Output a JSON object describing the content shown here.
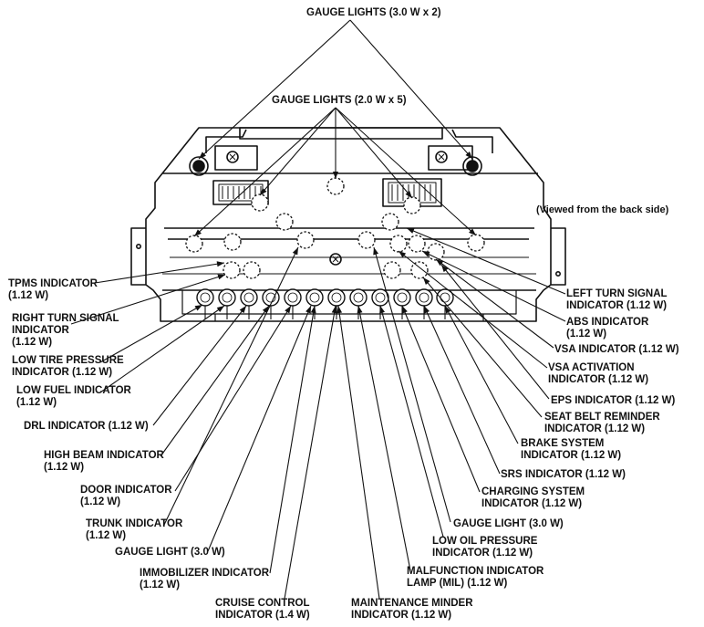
{
  "header": {
    "gauge_lights_top": "GAUGE LIGHTS (3.0 W x 2)",
    "gauge_lights_mid": "GAUGE LIGHTS (2.0 W x 5)",
    "viewed_note": "(Viewed from the back side)"
  },
  "left_labels": {
    "tpms": "TPMS INDICATOR\n(1.12 W)",
    "right_turn": "RIGHT TURN SIGNAL\nINDICATOR\n(1.12 W)",
    "low_tire": "LOW TIRE PRESSURE\nINDICATOR (1.12 W)",
    "low_fuel": "LOW FUEL INDICATOR\n(1.12 W)",
    "drl": "DRL INDICATOR (1.12 W)",
    "high_beam": "HIGH BEAM INDICATOR\n(1.12 W)",
    "door": "DOOR INDICATOR\n(1.12 W)",
    "trunk": "TRUNK INDICATOR\n(1.12 W)",
    "gauge_light_left": "GAUGE LIGHT (3.0 W)",
    "immobilizer": "IMMOBILIZER INDICATOR\n(1.12 W)",
    "cruise": "CRUISE CONTROL\nINDICATOR (1.4 W)"
  },
  "right_labels": {
    "left_turn": "LEFT TURN SIGNAL\nINDICATOR (1.12 W)",
    "abs": "ABS INDICATOR\n(1.12 W)",
    "vsa": "VSA INDICATOR (1.12 W)",
    "vsa_activation": "VSA ACTIVATION\nINDICATOR (1.12 W)",
    "eps": "EPS INDICATOR (1.12 W)",
    "seat_belt": "SEAT BELT REMINDER\nINDICATOR (1.12 W)",
    "brake": "BRAKE SYSTEM\nINDICATOR (1.12 W)",
    "srs": "SRS INDICATOR (1.12 W)",
    "charging": "CHARGING SYSTEM\nINDICATOR (1.12 W)",
    "gauge_light_right": "GAUGE LIGHT (3.0 W)",
    "low_oil": "LOW OIL PRESSURE\nINDICATOR (1.12 W)",
    "mil": "MALFUNCTION INDICATOR\nLAMP (MIL) (1.12 W)",
    "maintenance": "MAINTENANCE MINDER\nINDICATOR (1.12 W)"
  },
  "style": {
    "ink": "#111111",
    "paper": "#ffffff"
  }
}
